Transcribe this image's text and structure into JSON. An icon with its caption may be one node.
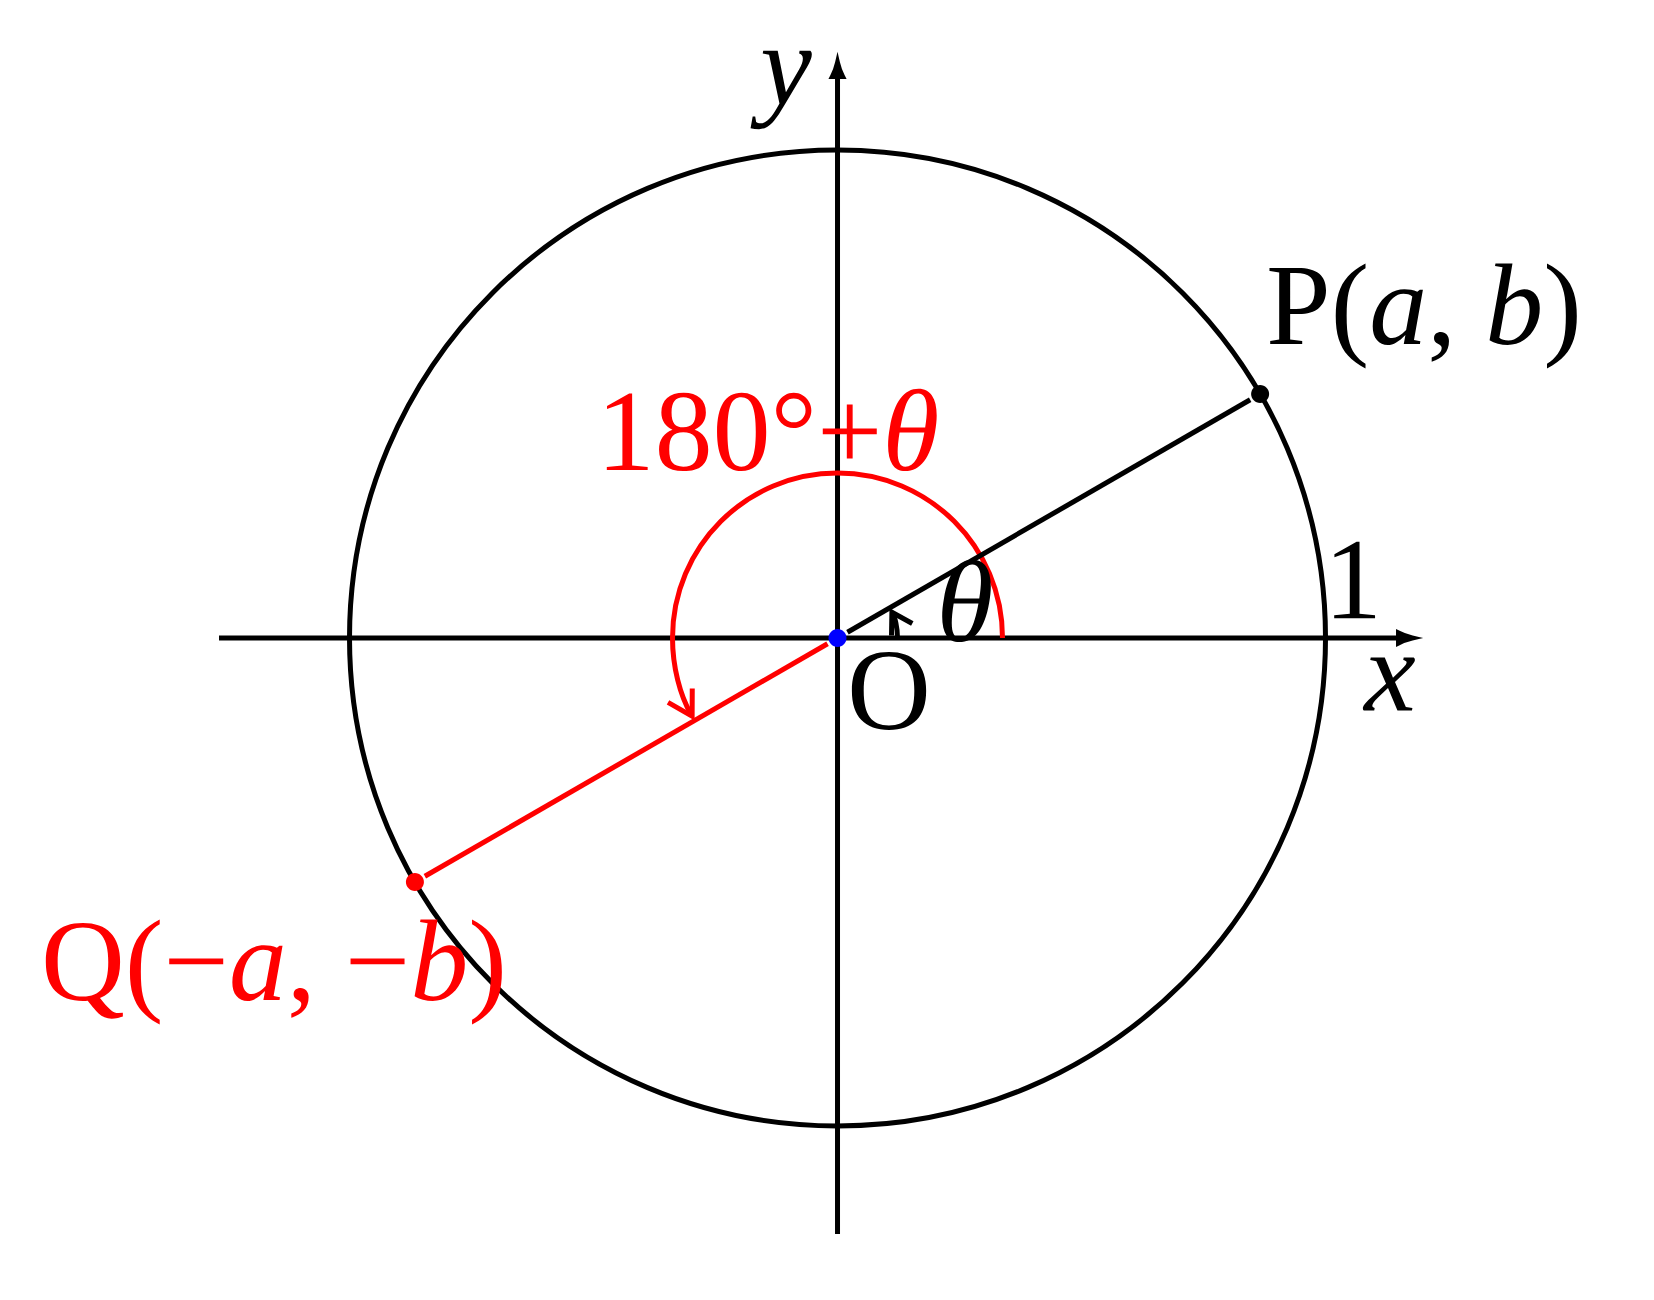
{
  "diagram": {
    "nodes": [
      {
        "text": [
          "O"
        ]
      },
      {
        "text": [
          "P(*a*, *b*)"
        ]
      },
      {
        "text": [
          "Q(−*a*, −*b*)"
        ]
      }
    ],
    "edges": [
      {
        "from": 0,
        "to": 1,
        "arrow": "none"
      },
      {
        "from": 0,
        "to": 2,
        "arrow": "none",
        "color": "#ff0000"
      }
    ],
    "labels": [
      "y",
      "x",
      "1",
      "θ",
      "180°+*θ*"
    ]
  }
}
